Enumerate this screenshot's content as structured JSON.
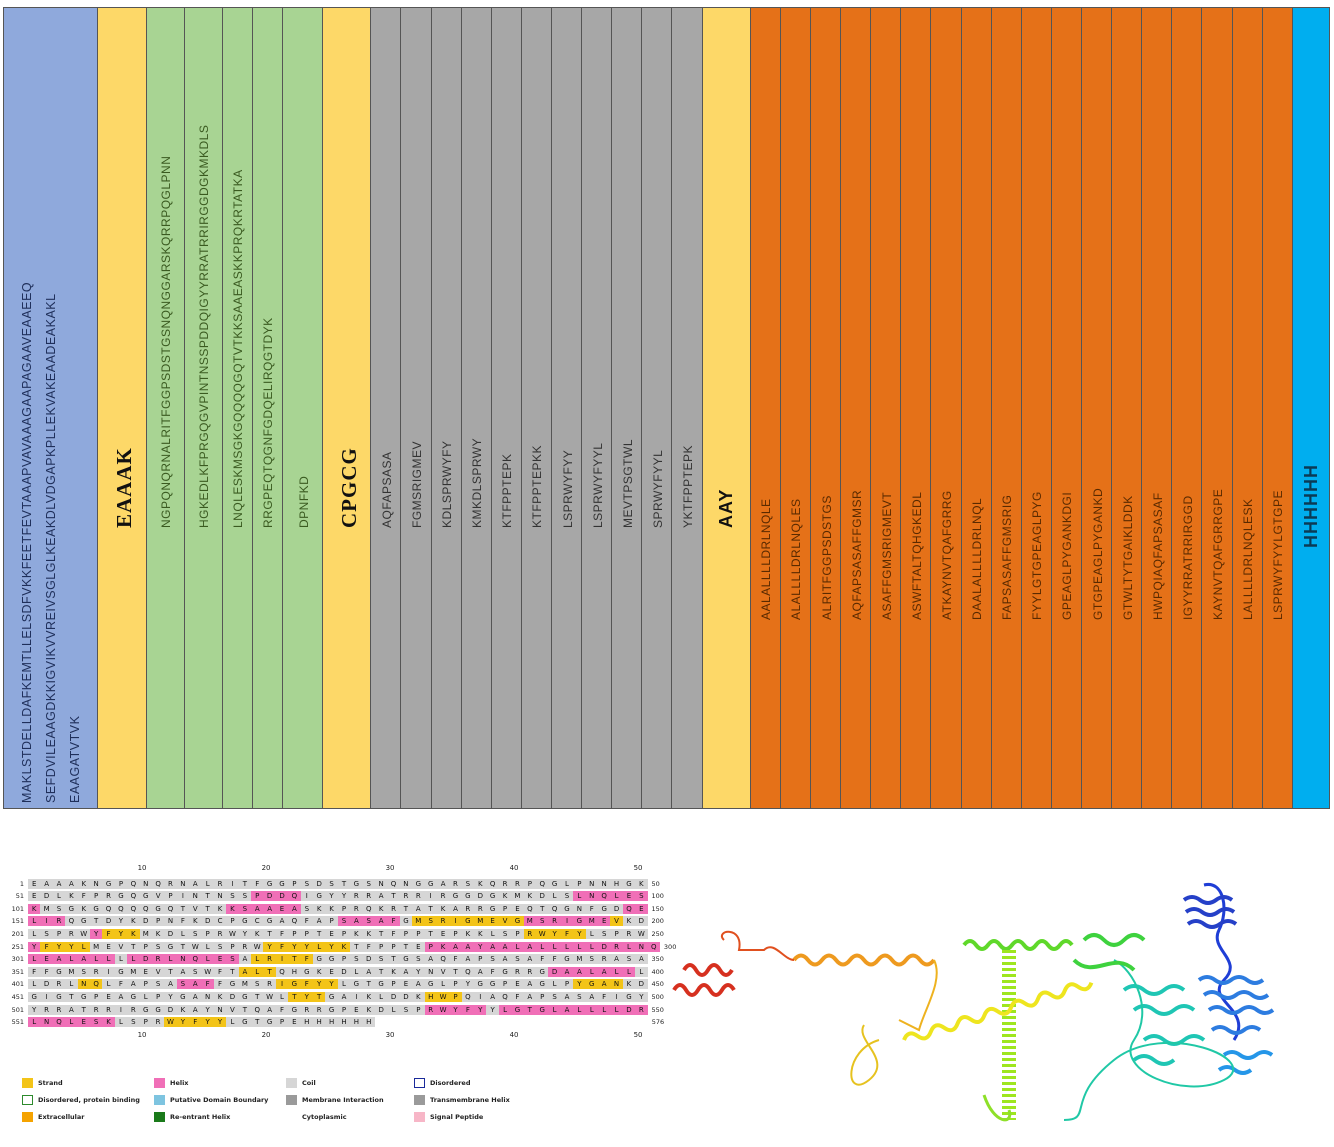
{
  "segments": [
    {
      "color": "#8fa9dc",
      "lines": [
        "MAKLSTDELLDAFKEMTLLELSDFVKKFEETFEVTAAAPVAVAAAGAAPAGAAVEAAEEQ",
        "SEFDVILEAAGDKKIGVIKVVREIVSGLGLKEAKDLVDGAPKPLLEKVAKEAADEAKAKL",
        "EAAGATVTVK"
      ],
      "textColor": "#1f2f5a",
      "big": false
    },
    {
      "color": "#fdd868",
      "lines": [
        "EAAAK"
      ],
      "textColor": "#111",
      "big": true
    },
    {
      "color": "#a8d493",
      "lines": [
        "NGPQNQRNALRITFGGPSDSTGSNQNGGARSKQRRPQGLPNN"
      ],
      "textColor": "#3a5a20",
      "big": false
    },
    {
      "color": "#a8d493",
      "lines": [
        "HGKEDLKFPRGQGVPINTNSSPDDQIGYYRRATRRIRGGDGKMKDLS"
      ],
      "textColor": "#3a5a20",
      "big": false
    },
    {
      "color": "#a8d493",
      "lines": [
        "LNQLESKMSGKGQQQQGQTVTKKSAAEASKKPRQKRTATKA"
      ],
      "textColor": "#3a5a20",
      "big": false
    },
    {
      "color": "#a8d493",
      "lines": [
        "RRGPEQTQGNFGDQELIRQGTDYK"
      ],
      "textColor": "#3a5a20",
      "big": false
    },
    {
      "color": "#a8d493",
      "lines": [
        "DPNFKD"
      ],
      "textColor": "#3a5a20",
      "big": false
    },
    {
      "color": "#fdd868",
      "lines": [
        "CPGCG"
      ],
      "textColor": "#111",
      "big": true
    },
    {
      "color": "#a7a7a7",
      "lines": [
        "AQFAPSASA"
      ],
      "textColor": "#333",
      "big": false
    },
    {
      "color": "#a7a7a7",
      "lines": [
        "FGMSRIGMEV"
      ],
      "textColor": "#333",
      "big": false
    },
    {
      "color": "#a7a7a7",
      "lines": [
        "KDLSPRWYFY"
      ],
      "textColor": "#333",
      "big": false
    },
    {
      "color": "#a7a7a7",
      "lines": [
        "KMKDLSPRWY"
      ],
      "textColor": "#333",
      "big": false
    },
    {
      "color": "#a7a7a7",
      "lines": [
        "KTFPPTEPK"
      ],
      "textColor": "#333",
      "big": false
    },
    {
      "color": "#a7a7a7",
      "lines": [
        "KTFPPTEPKK"
      ],
      "textColor": "#333",
      "big": false
    },
    {
      "color": "#a7a7a7",
      "lines": [
        "LSPRWYFYY"
      ],
      "textColor": "#333",
      "big": false
    },
    {
      "color": "#a7a7a7",
      "lines": [
        "LSPRWYFYYL"
      ],
      "textColor": "#333",
      "big": false
    },
    {
      "color": "#a7a7a7",
      "lines": [
        "MEVTPSGTWL"
      ],
      "textColor": "#333",
      "big": false
    },
    {
      "color": "#a7a7a7",
      "lines": [
        "SPRWYFYYL"
      ],
      "textColor": "#333",
      "big": false
    },
    {
      "color": "#a7a7a7",
      "lines": [
        "YKTFPPTEPK"
      ],
      "textColor": "#333",
      "big": false
    },
    {
      "color": "#fdd868",
      "lines": [
        "AAY"
      ],
      "textColor": "#111",
      "big": true,
      "sans": true
    },
    {
      "color": "#e57118",
      "lines": [
        "AALALLLLDRLNQLE"
      ],
      "textColor": "#5a2a00",
      "big": false
    },
    {
      "color": "#e57118",
      "lines": [
        "ALALLLLDRLNQLES"
      ],
      "textColor": "#5a2a00",
      "big": false
    },
    {
      "color": "#e57118",
      "lines": [
        "ALRITFGGPSDSTGS"
      ],
      "textColor": "#5a2a00",
      "big": false
    },
    {
      "color": "#e57118",
      "lines": [
        "AQFAPSASAFFGMSR"
      ],
      "textColor": "#5a2a00",
      "big": false
    },
    {
      "color": "#e57118",
      "lines": [
        "ASAFFGMSRIGMEVT"
      ],
      "textColor": "#5a2a00",
      "big": false
    },
    {
      "color": "#e57118",
      "lines": [
        "ASWFTALTQHGKEDL"
      ],
      "textColor": "#5a2a00",
      "big": false
    },
    {
      "color": "#e57118",
      "lines": [
        "ATKAYNVTQAFGRRG"
      ],
      "textColor": "#5a2a00",
      "big": false
    },
    {
      "color": "#e57118",
      "lines": [
        "DAALALLLLDRLNQL"
      ],
      "textColor": "#5a2a00",
      "big": false
    },
    {
      "color": "#e57118",
      "lines": [
        "FAPSASAFFGMSRIG"
      ],
      "textColor": "#5a2a00",
      "big": false
    },
    {
      "color": "#e57118",
      "lines": [
        "FYYLGTGPEAGLPYG"
      ],
      "textColor": "#5a2a00",
      "big": false
    },
    {
      "color": "#e57118",
      "lines": [
        "GPEAGLPYGANKDGI"
      ],
      "textColor": "#5a2a00",
      "big": false
    },
    {
      "color": "#e57118",
      "lines": [
        "GTGPEAGLPYGANKD"
      ],
      "textColor": "#5a2a00",
      "big": false
    },
    {
      "color": "#e57118",
      "lines": [
        "GTWLTYTGAIKLDDK"
      ],
      "textColor": "#5a2a00",
      "big": false
    },
    {
      "color": "#e57118",
      "lines": [
        "HWPQIAQFAPSASAF"
      ],
      "textColor": "#5a2a00",
      "big": false
    },
    {
      "color": "#e57118",
      "lines": [
        "IGYYRRATRRIRGGD"
      ],
      "textColor": "#5a2a00",
      "big": false
    },
    {
      "color": "#e57118",
      "lines": [
        "KAYNVTQAFGRRGPE"
      ],
      "textColor": "#5a2a00",
      "big": false
    },
    {
      "color": "#e57118",
      "lines": [
        "LALLLLDRLNQLESK"
      ],
      "textColor": "#5a2a00",
      "big": false
    },
    {
      "color": "#e57118",
      "lines": [
        "LSPRWYFYYLGTGPE"
      ],
      "textColor": "#5a2a00",
      "big": false
    },
    {
      "color": "#00aeef",
      "lines": [
        "HHHHHH"
      ],
      "textColor": "#0b3a55",
      "big": true,
      "sans": true
    }
  ],
  "sequence": {
    "top_ticks": [
      "10",
      "20",
      "30",
      "40",
      "50"
    ],
    "bottom_ticks": [
      "10",
      "20",
      "30",
      "40",
      "50"
    ],
    "rows": [
      {
        "start": "1",
        "end": "50",
        "seq": "EAAAKNGPQNQRNALRITFGGPSDSTGSNQNGGARSKQRRPQGLPNNHGK",
        "ss": "CCCCCCCCCCCCCCCCCCCCCCCCCCCCCCCCCCCCCCCCCCCCCCCCCC"
      },
      {
        "start": "51",
        "end": "100",
        "seq": "EDLKFPRGQGVPINTNSSPDDQIGYYRRATRRIRGGDGKMKDLSLNQLES",
        "ss": "CCCCCCCCCCCCCCCCCCHHHHCCCCCCCCCCCCCCCCCCCCCCHHHHHH"
      },
      {
        "start": "101",
        "end": "150",
        "seq": "KMSGKGQQQQGQTVTKKSAAEASKKPRQKRTATKARRGPEQTQGNFGDQE",
        "ss": "HCCCCCCCCCCCCCCCHHHHHHCCCCCCCCCCCCCCCCCCCCCCCCCCHH"
      },
      {
        "start": "151",
        "end": "200",
        "seq": "LIRQGTDYKDPNFKDCPGCGAQFAPSASAFGMSRIGMEVGMSRIGMEVKD",
        "ss": "HHHCCCCCCCCCCCCCCCCCCCCCCHHHHHCSSSSSSSSSHHHHHHHSCC"
      },
      {
        "start": "201",
        "end": "250",
        "seq": "LSPRWYFYKMKDLSPRWYKTFPPTEPKKTFPPTEPKKLSPRWYFYLSPRW",
        "ss": "CCCCCHSSSCCCCCCCCCCCCCCCCCCCCCCCCCCCCCCCSSSSSCCCCC"
      },
      {
        "start": "251",
        "end": "300",
        "seq": "YFYYLMEVTPSGTWLSPRWYFYYLYKTFPPTEPKAAYAALALLLLLDRLNQ",
        "ss": "HSSSSCCCCCCCCCCCCCCSSSSSSSCCCCCCHHHHHHHHHHHHHHHHHHH"
      },
      {
        "start": "301",
        "end": "350",
        "seq": "LEALALLLLDRLNQLESALRITFGGPSDSTGSAQFAPSASAFFGMSRASA",
        "ss": "HHHHHHHCHHHHHHHHHCSSSSSCCCCCCCCCCCCCCCCCCCCCCCCCCC"
      },
      {
        "start": "351",
        "end": "400",
        "seq": "FFGMSRIGMEVTASWFTALTQHGKEDLATKAYNVTQAFGRRGDAALALLL",
        "ss": "CCCCCCCCCCCCCCCCCSSSCCCCCCCCCCCCCCCCCCCCCCHHHHHHHC"
      },
      {
        "start": "401",
        "end": "450",
        "seq": "LDRLNQLFAPSASAFFGMSRIGFYYLGTGPEAGLPYGGPEAGLPYGANKD",
        "ss": "CCCCSSCCCCCCHHHCCCCCSSSSSCCCCCCCCCCCCCCCCCCCSSSSCC"
      },
      {
        "start": "451",
        "end": "500",
        "seq": "GIGTGPEAGLPYGANKDGTWLTYTGAIKLDDKHWPQIAQFAPSASAFIGY",
        "ss": "CCCCCCCCCCCCCCCCCCCCCSSSCCCCCCCCSSSCCCCCCCCCCCCCCC"
      },
      {
        "start": "501",
        "end": "550",
        "seq": "YRRATRRIRGGDKAYNVTQAFGRRGPEKDLSPRWYFYYLGTGLALLLLDR",
        "ss": "CCCCCCCCCCCCCCCCCCCCCCCCCCCCCCCCHHHHHCHHHHHHHHHHHH"
      },
      {
        "start": "551",
        "end": "576",
        "seq": "LNQLESKLSPRWYFYYLGTGPEHHHHHH",
        "ss": "HHHHHHHCCCCSSSSSCCCCCCCCCCCC"
      }
    ]
  },
  "legend": [
    {
      "label": "Strand",
      "color": "#f3c418",
      "border": "none"
    },
    {
      "label": "Helix",
      "color": "#f06fb7",
      "border": "none"
    },
    {
      "label": "Coil",
      "color": "#d6d6d6",
      "border": "none"
    },
    {
      "label": "Disordered",
      "color": "#ffffff",
      "border": "#1a2a9a"
    },
    {
      "label": "Disordered, protein binding",
      "color": "#ffffff",
      "border": "#2d8a2d"
    },
    {
      "label": "Putative Domain Boundary",
      "color": "#7ec4e0",
      "border": "none"
    },
    {
      "label": "Membrane Interaction",
      "color": "#9a9a9a",
      "border": "none"
    },
    {
      "label": "Transmembrane Helix",
      "color": "#9a9a9a",
      "border": "none"
    },
    {
      "label": "Extracellular",
      "color": "#f5a300",
      "border": "none"
    },
    {
      "label": "Re-entrant Helix",
      "color": "#1a7a1a",
      "border": "none"
    },
    {
      "label": "Cytoplasmic",
      "color": "#ffffff",
      "border": "none"
    },
    {
      "label": "Signal Peptide",
      "color": "#f7b6c7",
      "border": "none"
    }
  ]
}
